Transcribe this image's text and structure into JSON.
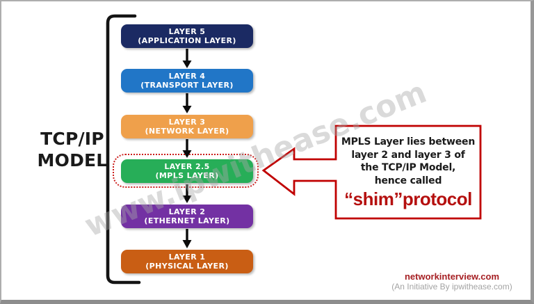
{
  "title": {
    "line1": "TCP/IP",
    "line2": "MODEL"
  },
  "layers": [
    {
      "name": "LAYER 5",
      "sub": "(APPLICATION LAYER)",
      "color": "#1B2A63"
    },
    {
      "name": "LAYER 4",
      "sub": "(TRANSPORT LAYER)",
      "color": "#2176C7"
    },
    {
      "name": "LAYER 3",
      "sub": "(NETWORK LAYER)",
      "color": "#EFA04B"
    },
    {
      "name": "LAYER 2.5",
      "sub": "(MPLS LAYER)",
      "color": "#27AE58"
    },
    {
      "name": "LAYER 2",
      "sub": "(ETHERNET LAYER)",
      "color": "#7331A3"
    },
    {
      "name": "LAYER 1",
      "sub": "(PHYSICAL LAYER)",
      "color": "#C95E14"
    }
  ],
  "mpls_highlight_color": "#CB1C1A",
  "callout": {
    "lines": [
      "MPLS Layer lies between",
      "layer 2 and layer 3 of",
      "the TCP/IP Model,",
      "hence called"
    ],
    "emphasis": "“shim”protocol",
    "border_color": "#C00000",
    "emphasis_color": "#B5100F"
  },
  "watermark": "www.ipwithease.com",
  "footer": {
    "site": "networkinterview.com",
    "site_color": "#A51E22",
    "tagline": "(An Initiative By ipwithease.com)"
  }
}
